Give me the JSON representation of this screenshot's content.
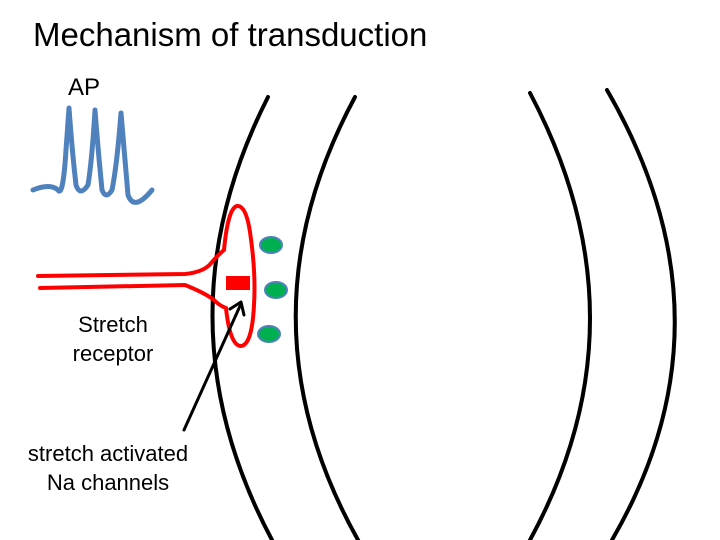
{
  "title": "Mechanism of transduction",
  "labels": {
    "ap": "AP",
    "stretch_receptor": [
      "Stretch",
      "receptor"
    ],
    "stretch_channels": [
      "stretch activated",
      "Na channels"
    ]
  },
  "colors": {
    "action_potential": "#4f81bd",
    "receptor": "#ff0000",
    "membrane": "#000000",
    "channel_fill": "#00b050",
    "channel_stroke": "#4f81bd",
    "arrow": "#000000"
  }
}
